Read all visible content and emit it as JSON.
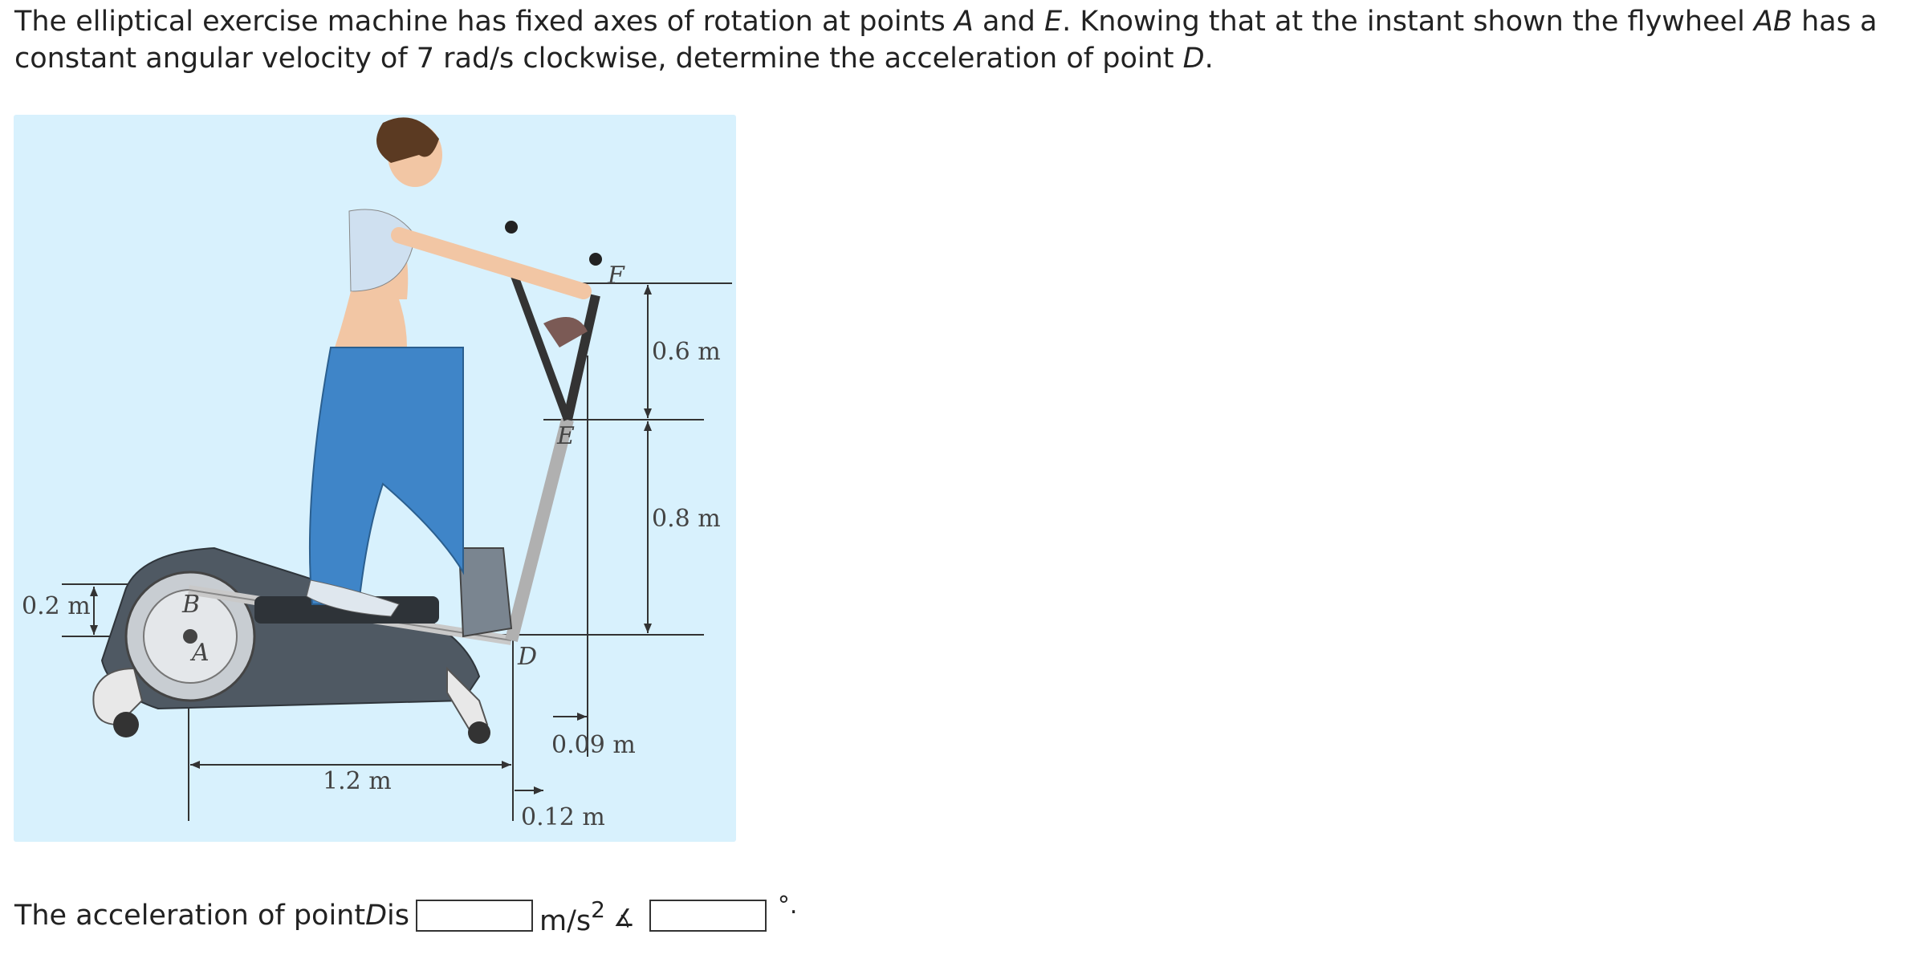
{
  "problem": {
    "line1_prefix": "The elliptical exercise machine has fixed axes of rotation at points ",
    "point_a": "A",
    "and1": " and ",
    "point_e": "E",
    "line1_mid": ". Knowing that at the instant shown the flywheel ",
    "flywheel": "AB",
    "line1_suffix": " has a",
    "line2_prefix": "constant angular velocity of 7 rad/s clockwise, determine the acceleration of point ",
    "point_d": "D",
    "line2_suffix": "."
  },
  "figure": {
    "labels": {
      "F": "F",
      "E": "E",
      "D": "D",
      "B": "B",
      "A": "A",
      "dim_06": "0.6 m",
      "dim_08": "0.8 m",
      "dim_02": "0.2 m",
      "dim_009": "0.09 m",
      "dim_12": "1.2 m",
      "dim_012": "0.12 m"
    }
  },
  "answer": {
    "prefix": "The acceleration of point ",
    "point": "D",
    "is": " is",
    "unit": "m/s",
    "unit_exp": "2",
    "angle_symbol": "∡",
    "degree": "°."
  }
}
